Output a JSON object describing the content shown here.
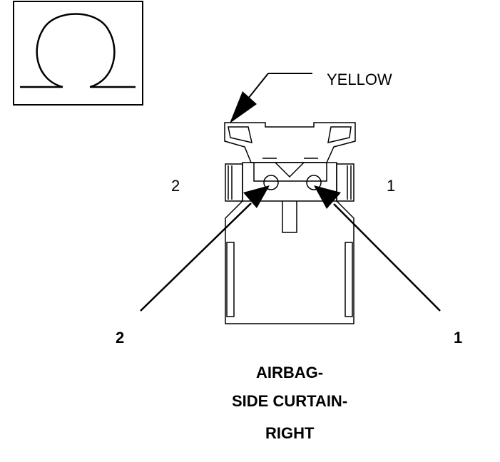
{
  "meter": {
    "icon": "ohm-icon"
  },
  "connector": {
    "color_label": "YELLOW",
    "cavity_labels": {
      "left": "2",
      "right": "1"
    }
  },
  "probes": {
    "left_label": "2",
    "right_label": "1"
  },
  "title": {
    "line1": "AIRBAG-",
    "line2": "SIDE CURTAIN-",
    "line3": "RIGHT"
  },
  "colors": {
    "ink": "#000000",
    "paper": "#ffffff"
  }
}
